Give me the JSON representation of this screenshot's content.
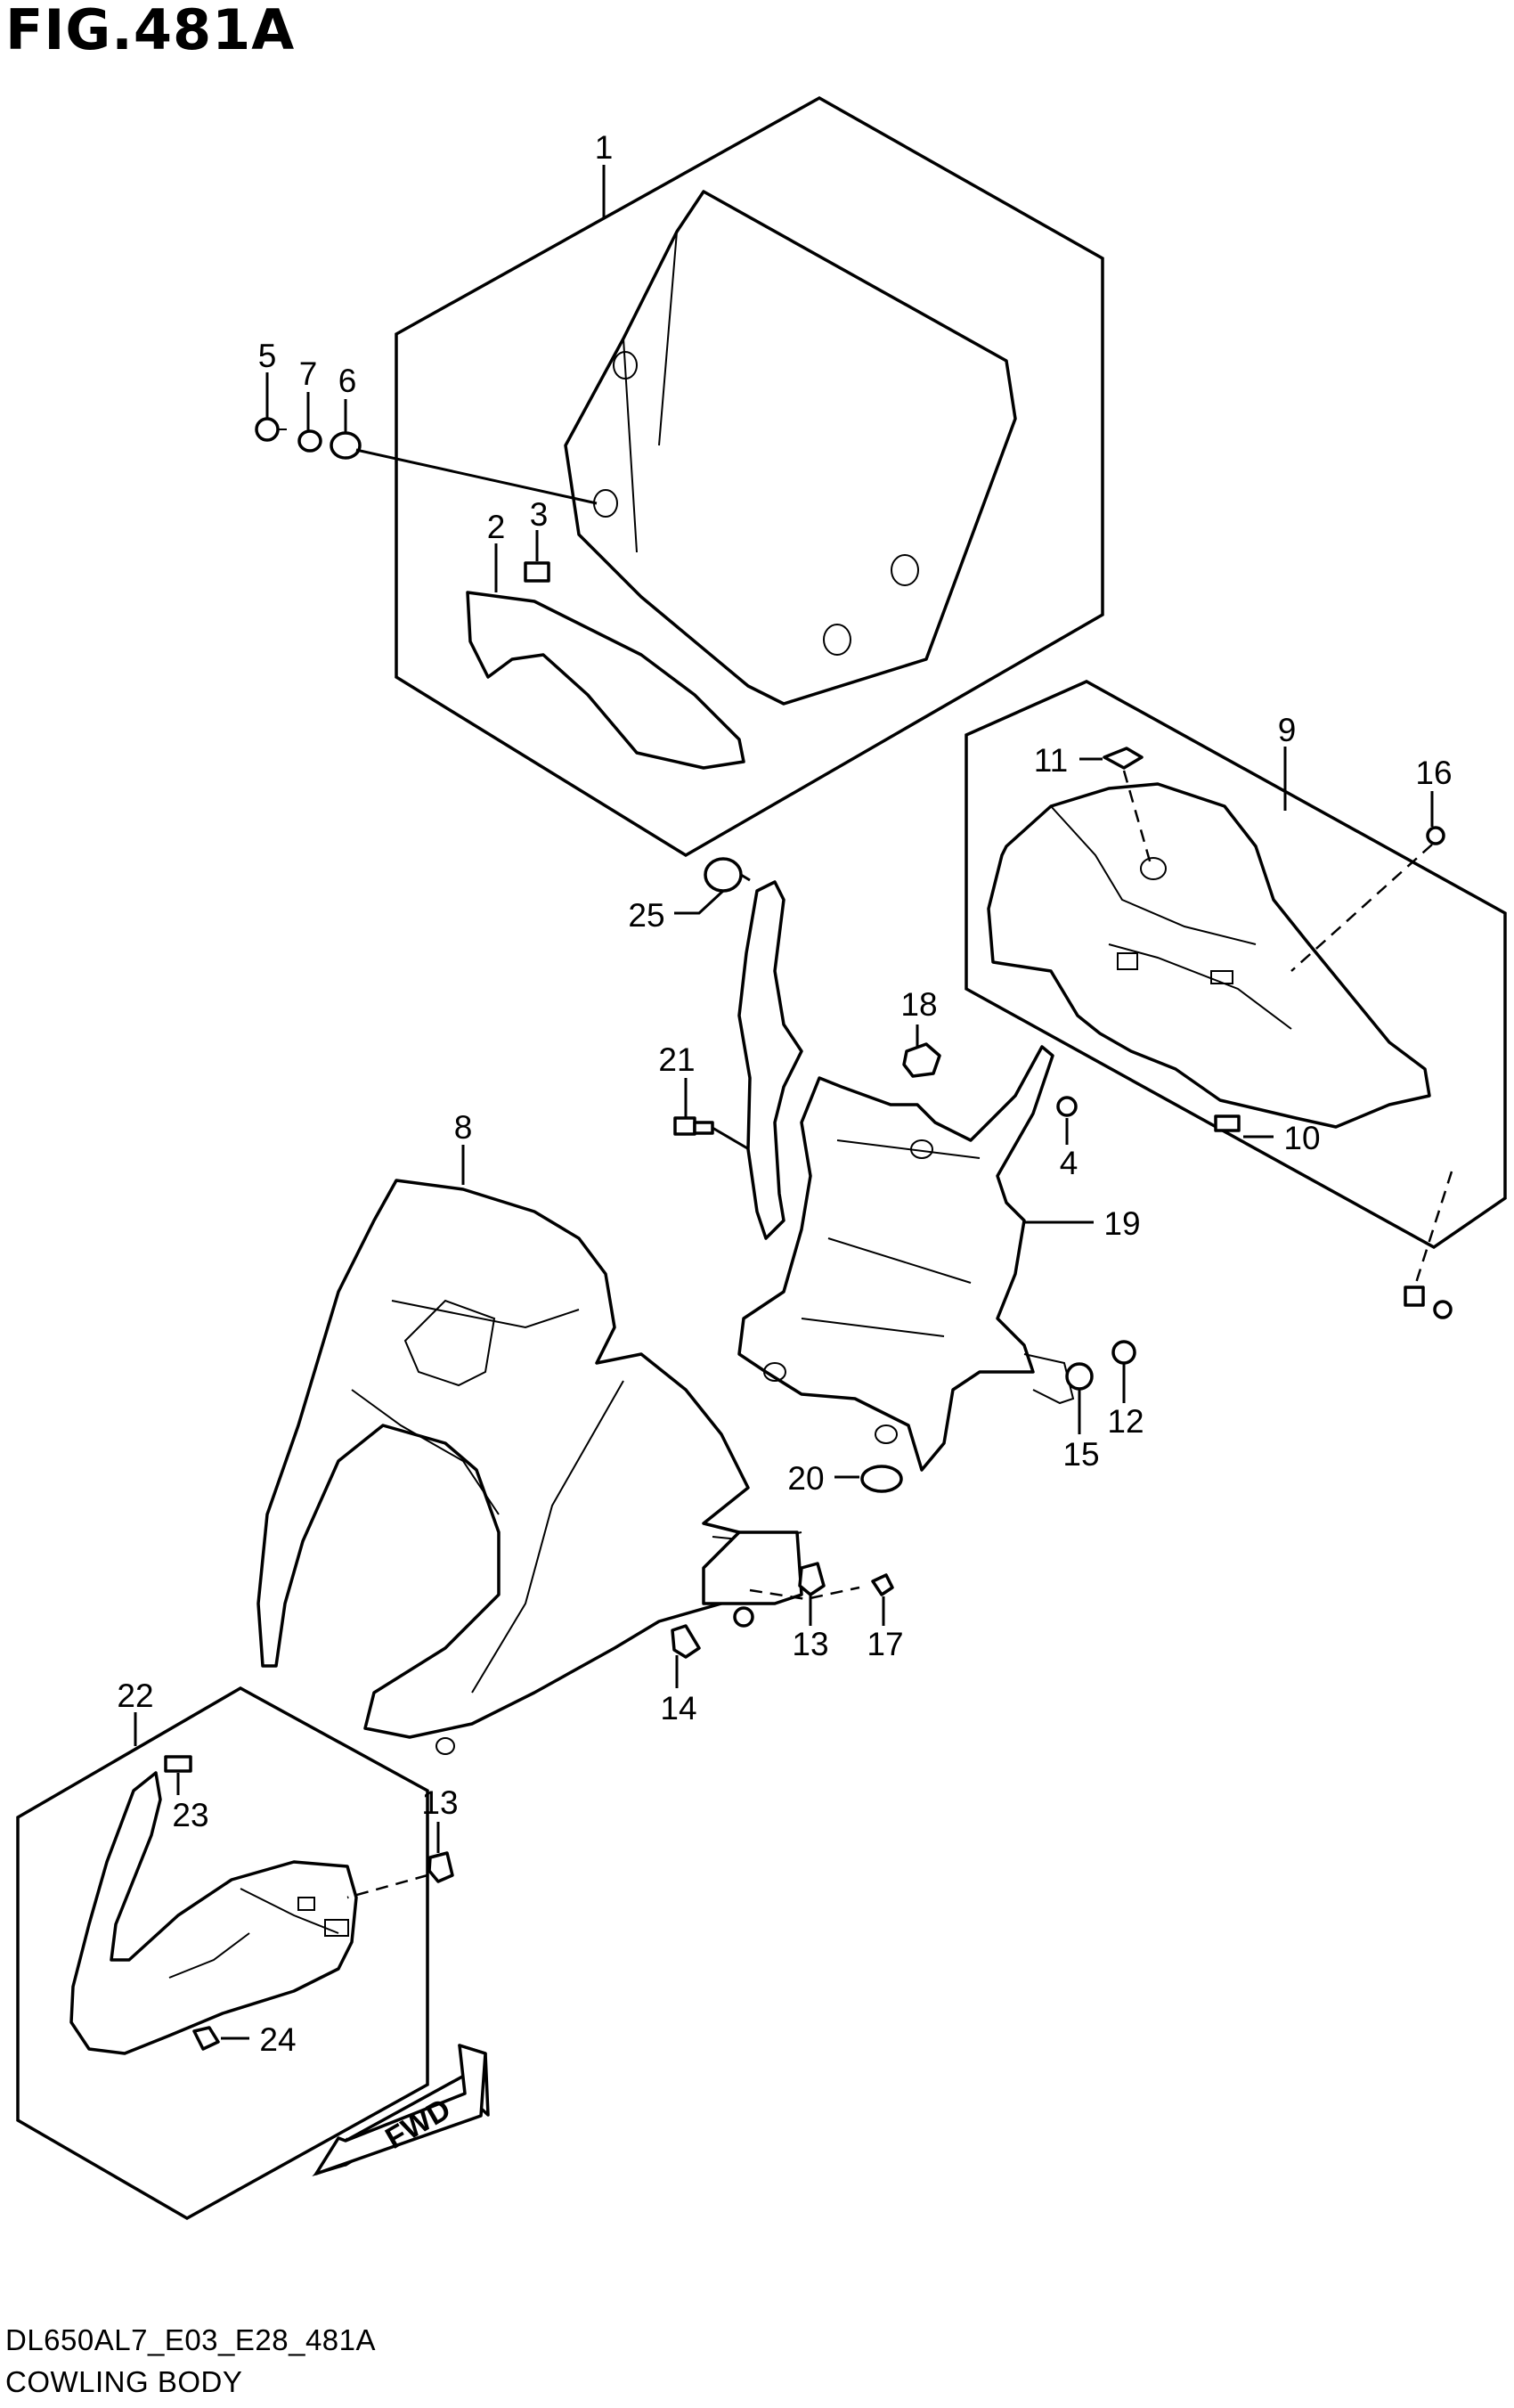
{
  "figure": {
    "title": "FIG.481A",
    "code": "DL650AL7_E03_E28_481A",
    "name": "COWLING BODY"
  },
  "direction_arrow": {
    "label": "FWD"
  },
  "callouts": {
    "c1": "1",
    "c2": "2",
    "c3": "3",
    "c4": "4",
    "c5": "5",
    "c6": "6",
    "c7": "7",
    "c8": "8",
    "c9": "9",
    "c10": "10",
    "c11": "11",
    "c12": "12",
    "c13a": "13",
    "c13b": "13",
    "c14": "14",
    "c15": "15",
    "c16": "16",
    "c17": "17",
    "c18": "18",
    "c19": "19",
    "c20": "20",
    "c21": "21",
    "c22": "22",
    "c23": "23",
    "c24": "24",
    "c25": "25"
  }
}
